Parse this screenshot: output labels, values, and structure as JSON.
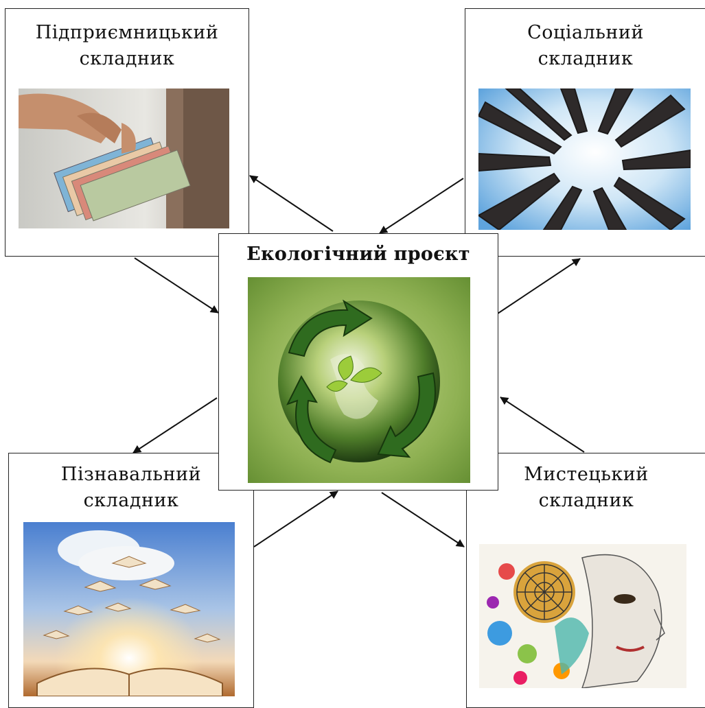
{
  "center": {
    "title": "Екологічний проєкт",
    "image": "recycling-earth-globe"
  },
  "boxes": {
    "entrepreneurial": {
      "line1": "Підприємницький",
      "line2": "складник",
      "image": "hand-holding-euro-banknotes"
    },
    "social": {
      "line1": "Соціальний",
      "line2": "складник",
      "image": "circle-of-hands-against-sky"
    },
    "cognitive": {
      "line1": "Пізнавальний",
      "line2": "складник",
      "image": "flying-open-books"
    },
    "artistic": {
      "line1": "Мистецький",
      "line2": "складник",
      "image": "colorful-artistic-face"
    }
  },
  "colors": {
    "line": "#111111",
    "border": "#222222"
  }
}
